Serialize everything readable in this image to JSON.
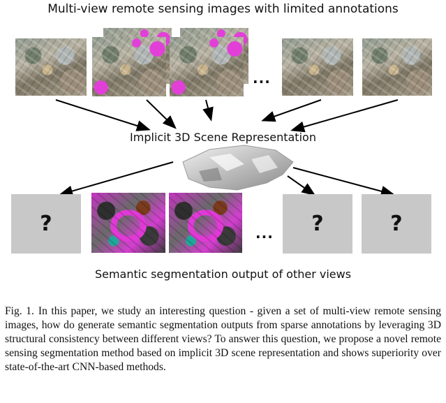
{
  "figure": {
    "top_title": "Multi-view remote sensing images with limited annotations",
    "center_label": "Implicit 3D Scene Representation",
    "bottom_title": "Semantic segmentation output of other views",
    "ellipsis_top": "...",
    "ellipsis_bottom": "...",
    "unknown_mark": "?",
    "colors": {
      "annotation": "#e23fd8",
      "placeholder": "#c8c8c8",
      "arrow": "#000000"
    }
  },
  "caption": {
    "label": "Fig. 1.",
    "text": "In this paper, we study an interesting question - given a set of multi-view remote sensing images, how do generate semantic segmentation outputs from sparse annotations by leveraging 3D structural consistency between different views? To answer this question, we propose a novel remote sensing segmentation method based on implicit 3D scene representation and shows superiority over state-of-the-art CNN-based methods."
  }
}
